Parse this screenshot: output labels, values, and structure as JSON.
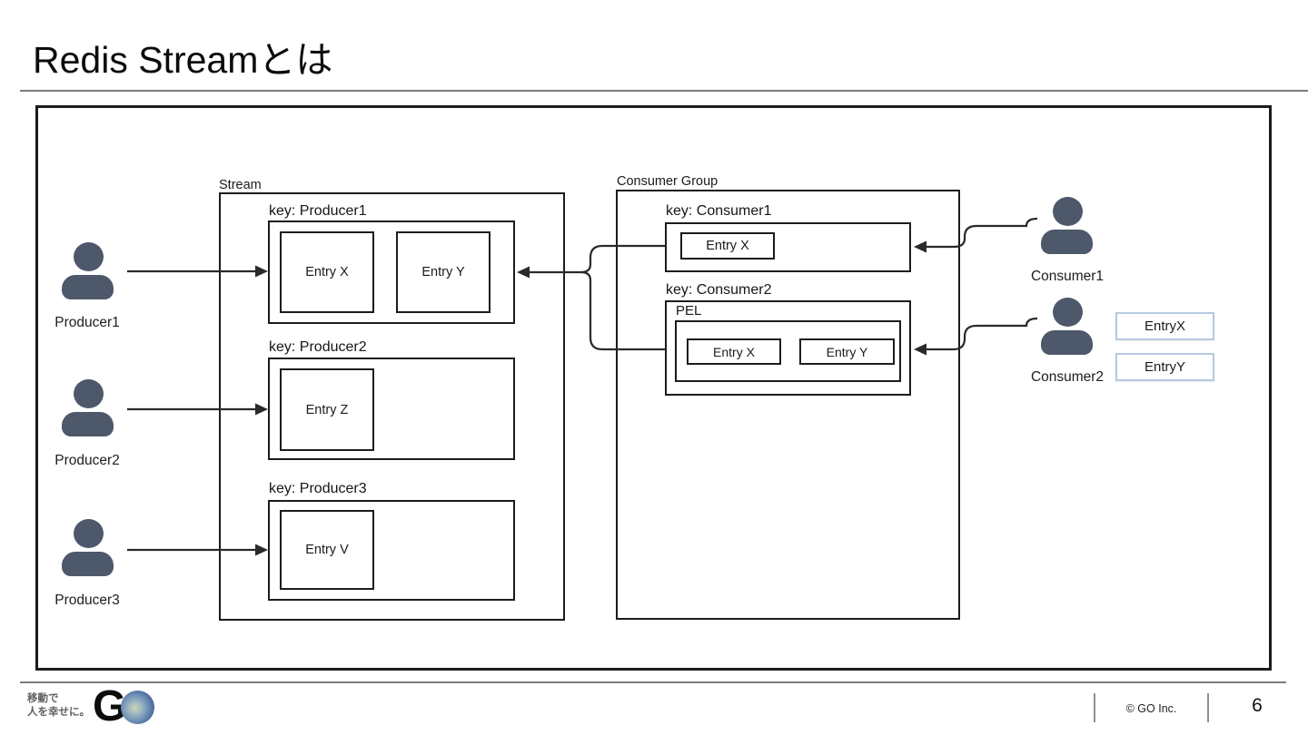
{
  "title": "Redis Streamとは",
  "footer": {
    "slogan_line1": "移動で",
    "slogan_line2": "人を幸せに。",
    "logo_letter": "G",
    "copyright": "© GO Inc.",
    "page_number": "6"
  },
  "diagram": {
    "stream": {
      "label": "Stream",
      "sections": [
        {
          "key_label": "key: Producer1",
          "entries": [
            {
              "label": "Entry X"
            },
            {
              "label": "Entry Y"
            }
          ]
        },
        {
          "key_label": "key: Producer2",
          "entries": [
            {
              "label": "Entry Z"
            }
          ]
        },
        {
          "key_label": "key: Producer3",
          "entries": [
            {
              "label": "Entry V"
            }
          ]
        }
      ]
    },
    "consumer_group": {
      "label": "Consumer Group",
      "sections": [
        {
          "key_label": "key: Consumer1",
          "entries": [
            {
              "label": "Entry X"
            }
          ]
        },
        {
          "key_label": "key: Consumer2",
          "pel_label": "PEL",
          "entries": [
            {
              "label": "Entry X"
            },
            {
              "label": "Entry Y"
            }
          ]
        }
      ]
    },
    "producers": [
      {
        "label": "Producer1"
      },
      {
        "label": "Producer2"
      },
      {
        "label": "Producer3"
      }
    ],
    "consumers": [
      {
        "label": "Consumer1"
      },
      {
        "label": "Consumer2"
      }
    ],
    "consumer2_pending": [
      {
        "label": "EntryX"
      },
      {
        "label": "EntryY"
      }
    ],
    "colors": {
      "person": "#4d586b",
      "line": "#2a2a2a",
      "box_border": "#1c1c1c",
      "highlight_border": "#b6c9e2"
    }
  }
}
